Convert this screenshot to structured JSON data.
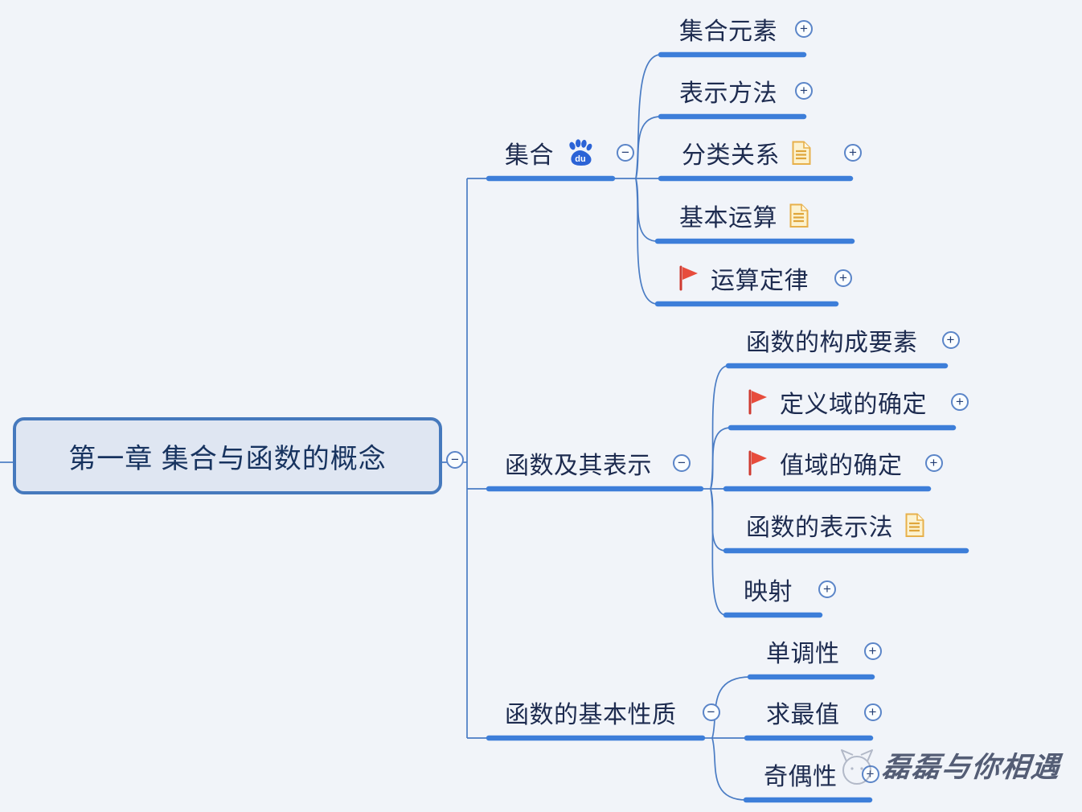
{
  "colors": {
    "background": "#f1f4f9",
    "branch_line": "#3d7ed9",
    "connector": "#4a7cc4",
    "root_fill": "#dfe6f2",
    "root_border": "#4679bd",
    "text": "#1d2b4f",
    "flag_red": "#e74c3c",
    "doc_yellow": "#e7b04a",
    "baidu_blue": "#2b63d6"
  },
  "icons": {
    "plus": "+",
    "minus": "−",
    "flag": "red-flag-marker",
    "document": "notes-document",
    "baidu_paw": "baidu-paw-du"
  },
  "root": {
    "label": "第一章 集合与函数的概念"
  },
  "branches": [
    {
      "label": "集合",
      "markers": [
        "baidu-paw"
      ],
      "children": [
        {
          "label": "集合元素",
          "markers": [],
          "has_plus": true
        },
        {
          "label": "表示方法",
          "markers": [],
          "has_plus": true
        },
        {
          "label": "分类关系",
          "markers": [
            "document"
          ],
          "has_plus": true
        },
        {
          "label": "基本运算",
          "markers": [
            "document"
          ],
          "has_plus": false
        },
        {
          "label": "运算定律",
          "markers": [
            "flag"
          ],
          "has_plus": true
        }
      ]
    },
    {
      "label": "函数及其表示",
      "markers": [],
      "children": [
        {
          "label": "函数的构成要素",
          "markers": [],
          "has_plus": true
        },
        {
          "label": "定义域的确定",
          "markers": [
            "flag"
          ],
          "has_plus": true
        },
        {
          "label": "值域的确定",
          "markers": [
            "flag"
          ],
          "has_plus": true
        },
        {
          "label": "函数的表示法",
          "markers": [
            "document"
          ],
          "has_plus": false
        },
        {
          "label": "映射",
          "markers": [],
          "has_plus": true
        }
      ]
    },
    {
      "label": "函数的基本性质",
      "markers": [],
      "children": [
        {
          "label": "单调性",
          "markers": [],
          "has_plus": true
        },
        {
          "label": "求最值",
          "markers": [],
          "has_plus": true
        },
        {
          "label": "奇偶性",
          "markers": [],
          "has_plus": true
        }
      ]
    }
  ],
  "watermark": {
    "text": "磊磊与你相遇"
  }
}
